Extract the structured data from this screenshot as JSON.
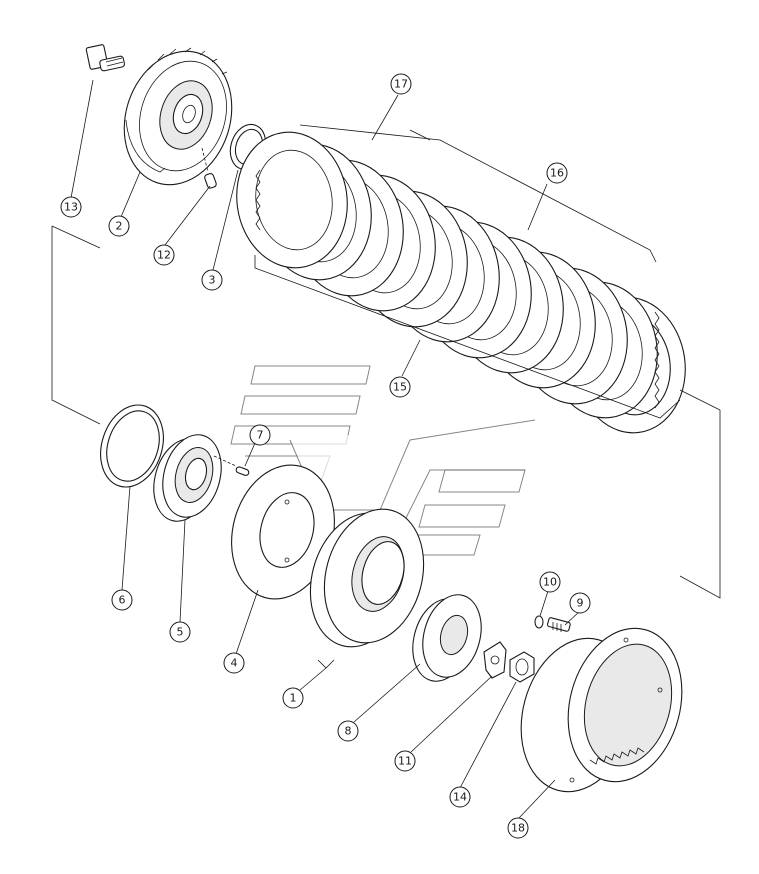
{
  "diagram": {
    "type": "exploded-parts-drawing",
    "callouts": [
      {
        "id": "c1",
        "label": "1"
      },
      {
        "id": "c2",
        "label": "2"
      },
      {
        "id": "c3",
        "label": "3"
      },
      {
        "id": "c4",
        "label": "4"
      },
      {
        "id": "c5",
        "label": "5"
      },
      {
        "id": "c6",
        "label": "6"
      },
      {
        "id": "c7",
        "label": "7"
      },
      {
        "id": "c8",
        "label": "8"
      },
      {
        "id": "c9",
        "label": "9"
      },
      {
        "id": "c10",
        "label": "10"
      },
      {
        "id": "c11",
        "label": "11"
      },
      {
        "id": "c12",
        "label": "12"
      },
      {
        "id": "c13",
        "label": "13"
      },
      {
        "id": "c14",
        "label": "14"
      },
      {
        "id": "c15",
        "label": "15"
      },
      {
        "id": "c16",
        "label": "16"
      },
      {
        "id": "c17",
        "label": "17"
      },
      {
        "id": "c18",
        "label": "18"
      }
    ]
  },
  "colors": {
    "line": "#1a1a1a",
    "background": "#ffffff",
    "watermark": "#555555"
  }
}
